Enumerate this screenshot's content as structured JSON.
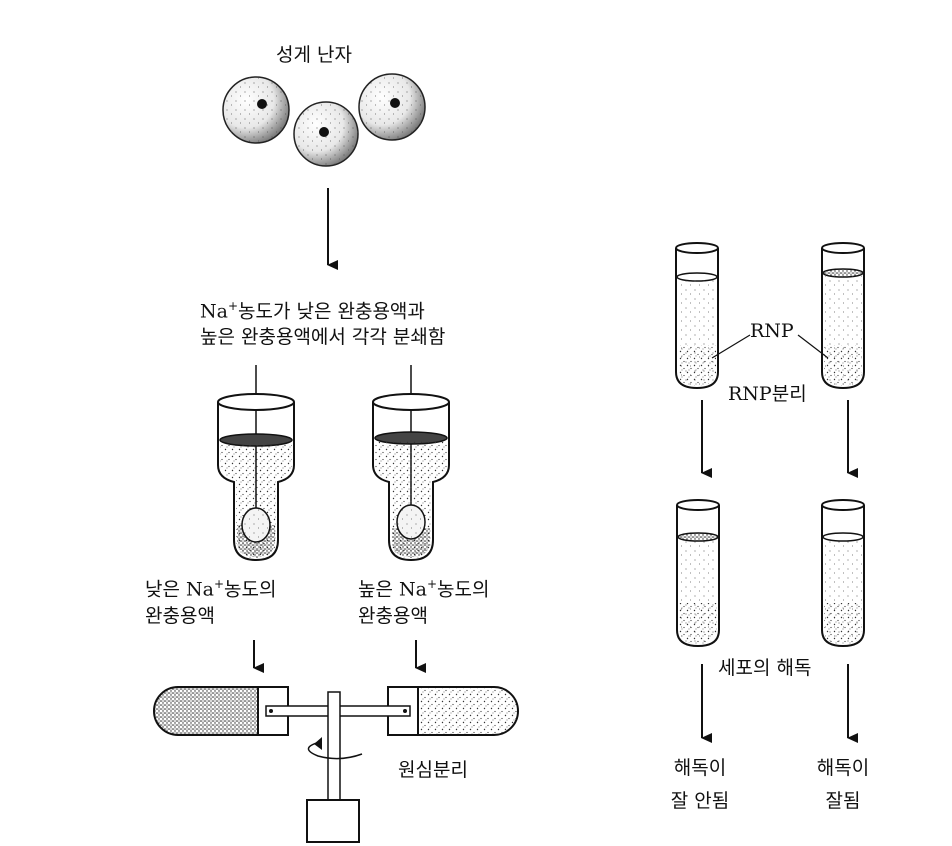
{
  "labels": {
    "sea_urchin_eggs": "성게 난자",
    "dissolve_line1_prefix": "Na",
    "dissolve_line1_suffix": "농도가 낮은 완충용액과",
    "dissolve_line2": "높은 완충용액에서 각각 분쇄함",
    "low_na_line1_prefix": "낮은 Na",
    "low_na_line1_suffix": "농도의",
    "low_na_line2": "완충용액",
    "high_na_line1_prefix": "높은 Na",
    "high_na_line1_suffix": "농도의",
    "high_na_line2": "완충용액",
    "centrifugation": "원심분리",
    "rnp": "RNP",
    "rnp_separation": "RNP분리",
    "cell_translation": "세포의 해독",
    "poor_translation_line1": "해독이",
    "poor_translation_line2": "잘 안됨",
    "good_translation_line1": "해독이",
    "good_translation_line2": "잘됨",
    "superscript_plus": "+"
  }
}
